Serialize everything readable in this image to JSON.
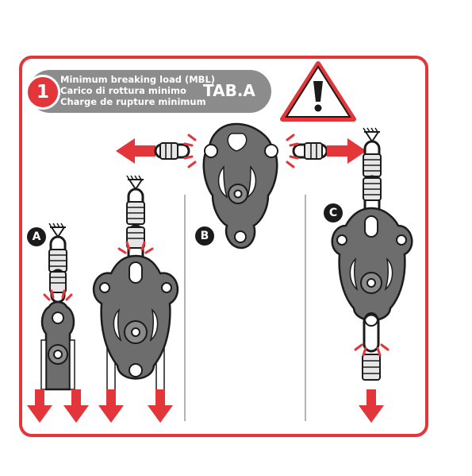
{
  "header": {
    "step_number": "1",
    "lines": [
      "Minimum breaking load (MBL)",
      "Carico di rottura minimo",
      "Charge de rupture minimum"
    ],
    "tab_label": "TAB.A"
  },
  "configurations": {
    "a": "A",
    "b": "B",
    "c": "C"
  },
  "colors": {
    "frame_red": "#e2363b",
    "pulley_gray": "#6d6d6d",
    "header_gray": "#8c8c8c",
    "outline": "#1b1b1b"
  },
  "icons": [
    "warning-icon",
    "anchor-icon",
    "load-arrow-icon",
    "carabiner-icon",
    "pulley-icon",
    "stress-mark-icon"
  ]
}
